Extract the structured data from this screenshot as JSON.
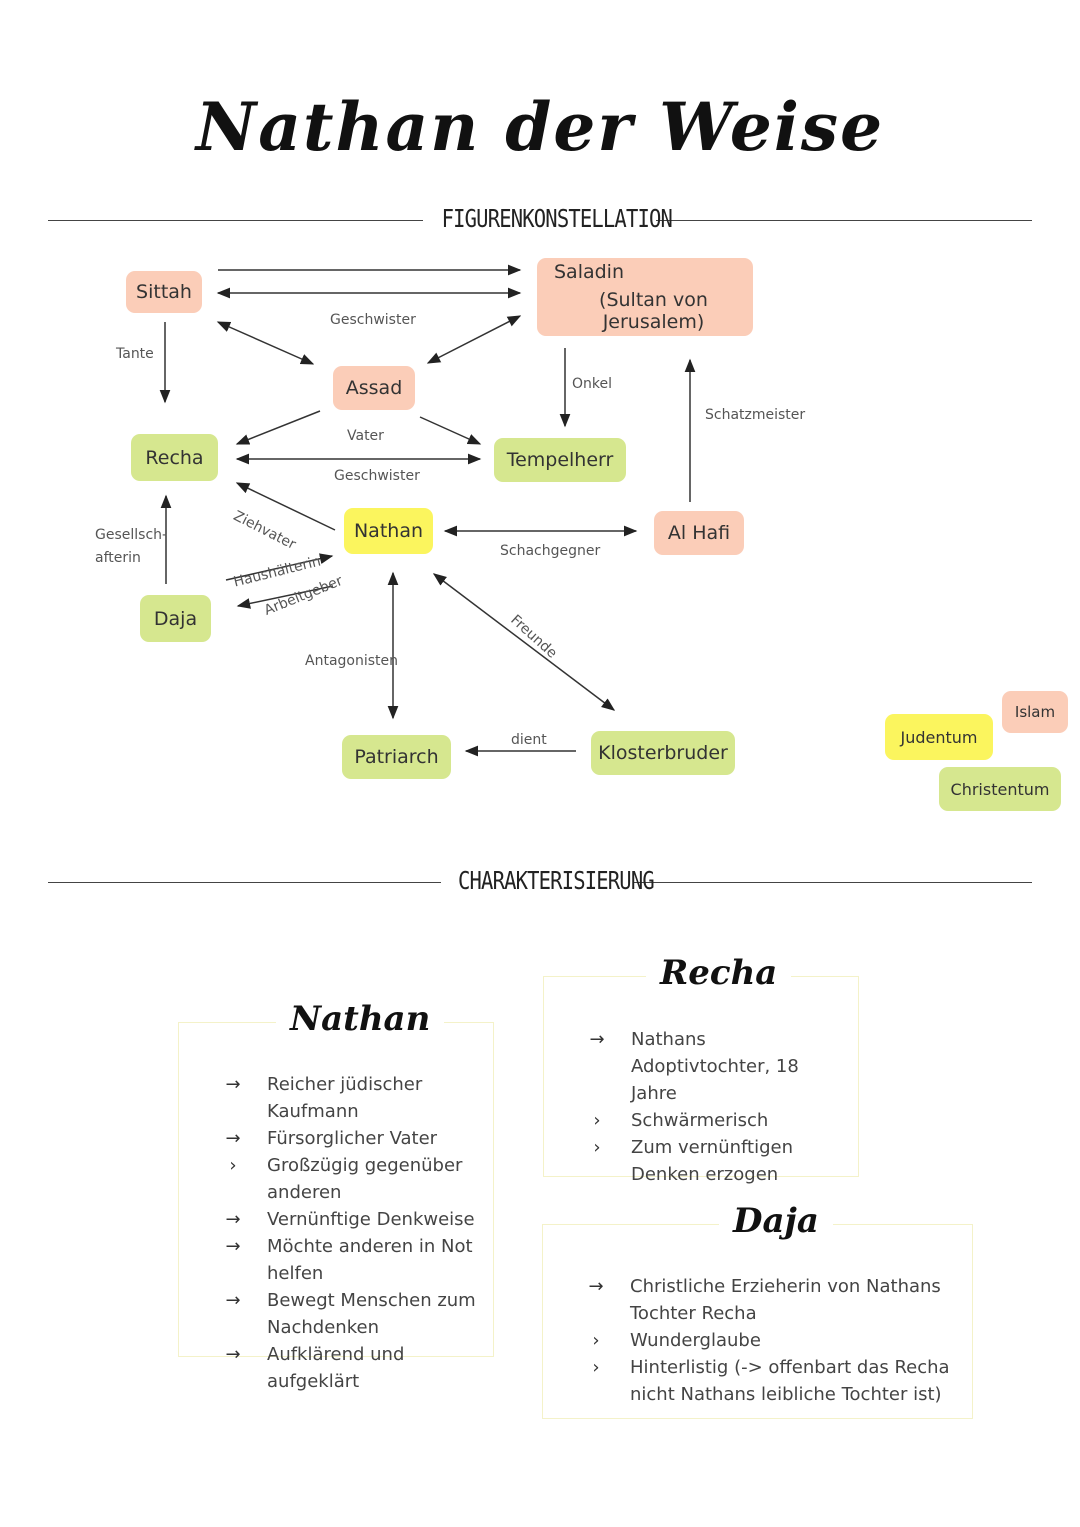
{
  "title": "Nathan der Weise",
  "sections": {
    "figures": "FIGURENKONSTELLATION",
    "characterization": "CHARAKTERISIERUNG"
  },
  "colors": {
    "pink": "#fbcdb8",
    "green": "#d6e78f",
    "yellow": "#fbf55e",
    "card_border": "#f4f2c9"
  },
  "nodes": {
    "sittah": "Sittah",
    "saladin_line1": "Saladin",
    "saladin_line2": "(Sultan von Jerusalem)",
    "assad": "Assad",
    "recha": "Recha",
    "tempelherr": "Tempelherr",
    "nathan": "Nathan",
    "alhafi": "Al Hafi",
    "daja": "Daja",
    "patriarch": "Patriarch",
    "klosterbruder": "Klosterbruder"
  },
  "edge_labels": {
    "geschwister_top": "Geschwister",
    "tante": "Tante",
    "onkel": "Onkel",
    "schatzmeister": "Schatzmeister",
    "vater": "Vater",
    "geschwister_mid": "Geschwister",
    "ziehvater": "Ziehvater",
    "gesellschafterin_1": "Gesellsch-",
    "gesellschafterin_2": "afterin",
    "schachgegner": "Schachgegner",
    "haushaelterin": "Haushälterin",
    "arbeitgeber": "Arbeitgeber",
    "freunde": "Freunde",
    "antagonisten": "Antagonisten",
    "dient": "dient"
  },
  "legend": {
    "islam": "Islam",
    "judentum": "Judentum",
    "christentum": "Christentum"
  },
  "cards": {
    "nathan": {
      "title": "Nathan",
      "items": [
        {
          "bullet": "→",
          "text": "Reicher jüdischer Kaufmann"
        },
        {
          "bullet": "→",
          "text": "Fürsorglicher Vater"
        },
        {
          "bullet": "›",
          "text": "Großzügig gegenüber anderen"
        },
        {
          "bullet": "→",
          "text": "Vernünftige Denkweise"
        },
        {
          "bullet": "→",
          "text": "Möchte anderen in Not helfen"
        },
        {
          "bullet": "→",
          "text": "Bewegt Menschen zum Nachdenken"
        },
        {
          "bullet": "→",
          "text": "Aufklärend und aufgeklärt"
        }
      ]
    },
    "recha": {
      "title": "Recha",
      "items": [
        {
          "bullet": "→",
          "text": "Nathans Adoptivtochter, 18 Jahre"
        },
        {
          "bullet": "›",
          "text": "Schwärmerisch"
        },
        {
          "bullet": "›",
          "text": "Zum vernünftigen Denken erzogen"
        }
      ]
    },
    "daja": {
      "title": "Daja",
      "items": [
        {
          "bullet": "→",
          "text": "Christliche Erzieherin von Nathans Tochter Recha"
        },
        {
          "bullet": "›",
          "text": "Wunderglaube"
        },
        {
          "bullet": "›",
          "text": "Hinterlistig (-> offenbart das Recha nicht Nathans leibliche Tochter ist)"
        }
      ]
    }
  }
}
